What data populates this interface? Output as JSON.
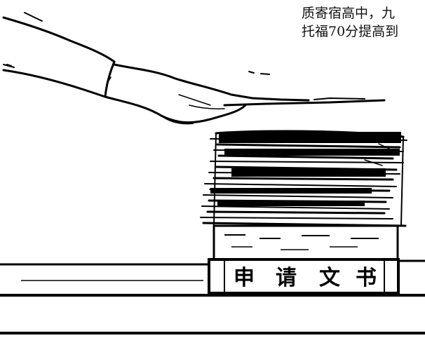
{
  "caption": {
    "line1": "质寄宿高中，九",
    "line2": "托福70分提高到"
  },
  "book_spine": {
    "char1": "申",
    "char2": "请",
    "char3": "文",
    "char4": "书"
  }
}
